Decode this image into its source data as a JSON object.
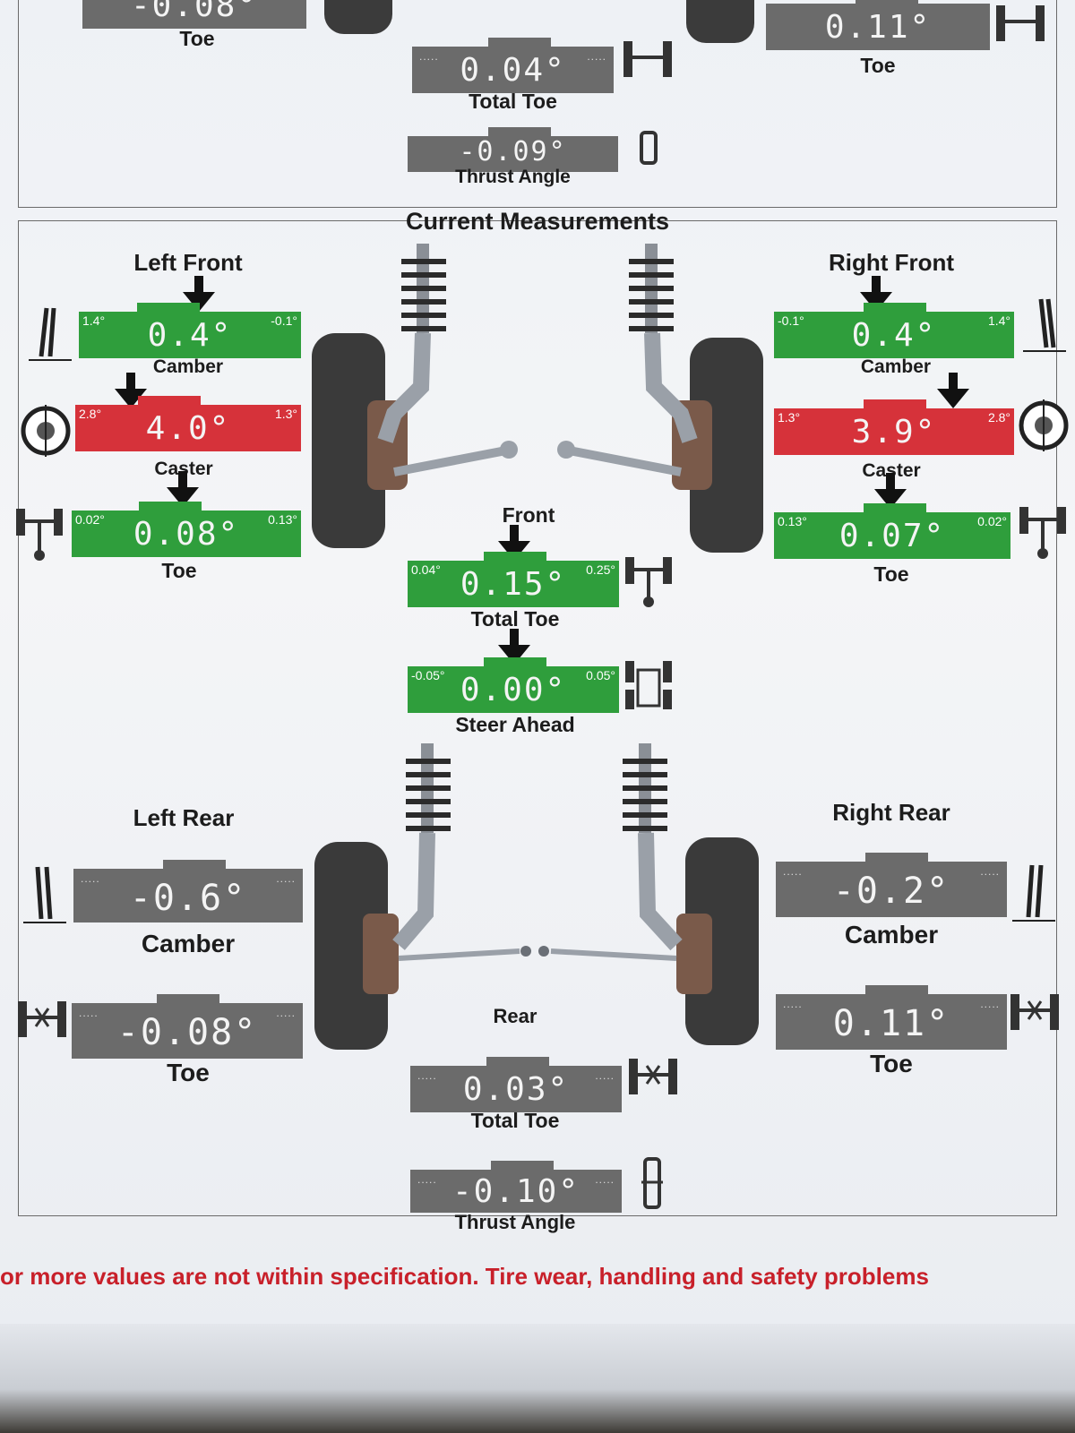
{
  "top": {
    "left_toe": {
      "value": "-0.08°",
      "label": "Toe"
    },
    "total_toe": {
      "value": "0.04°",
      "label": "Total Toe"
    },
    "thrust_angle": {
      "value": "-0.09°",
      "label": "Thrust Angle"
    },
    "right_toe": {
      "value": "0.11°",
      "label": "Toe"
    }
  },
  "current": {
    "title": "Current Measurements",
    "left_front": {
      "heading": "Left Front",
      "camber": {
        "value": "0.4°",
        "label": "Camber",
        "min": "1.4°",
        "max": "-0.1°",
        "status": "green"
      },
      "caster": {
        "value": "4.0°",
        "label": "Caster",
        "min": "2.8°",
        "max": "1.3°",
        "status": "red"
      },
      "toe": {
        "value": "0.08°",
        "label": "Toe",
        "min": "0.02°",
        "max": "0.13°",
        "status": "green"
      }
    },
    "right_front": {
      "heading": "Right Front",
      "camber": {
        "value": "0.4°",
        "label": "Camber",
        "min": "-0.1°",
        "max": "1.4°",
        "status": "green"
      },
      "caster": {
        "value": "3.9°",
        "label": "Caster",
        "min": "1.3°",
        "max": "2.8°",
        "status": "red"
      },
      "toe": {
        "value": "0.07°",
        "label": "Toe",
        "min": "0.13°",
        "max": "0.02°",
        "status": "green"
      }
    },
    "front": {
      "heading": "Front",
      "total_toe": {
        "value": "0.15°",
        "label": "Total Toe",
        "min": "0.04°",
        "max": "0.25°",
        "status": "green"
      },
      "steer_ahead": {
        "value": "0.00°",
        "label": "Steer Ahead",
        "min": "-0.05°",
        "max": "0.05°",
        "status": "green"
      }
    },
    "left_rear": {
      "heading": "Left Rear",
      "camber": {
        "value": "-0.6°",
        "label": "Camber"
      },
      "toe": {
        "value": "-0.08°",
        "label": "Toe"
      }
    },
    "right_rear": {
      "heading": "Right Rear",
      "camber": {
        "value": "-0.2°",
        "label": "Camber"
      },
      "toe": {
        "value": "0.11°",
        "label": "Toe"
      }
    },
    "rear": {
      "heading": "Rear",
      "total_toe": {
        "value": "0.03°",
        "label": "Total Toe"
      },
      "thrust_angle": {
        "value": "-0.10°",
        "label": "Thrust Angle"
      }
    }
  },
  "warning": "or more values are not within specification.  Tire wear, handling and safety problems",
  "colors": {
    "in_spec": "#2f9e3c",
    "out_of_spec": "#d6323a",
    "no_spec": "#6b6b6b",
    "warning_text": "#c8202a"
  }
}
